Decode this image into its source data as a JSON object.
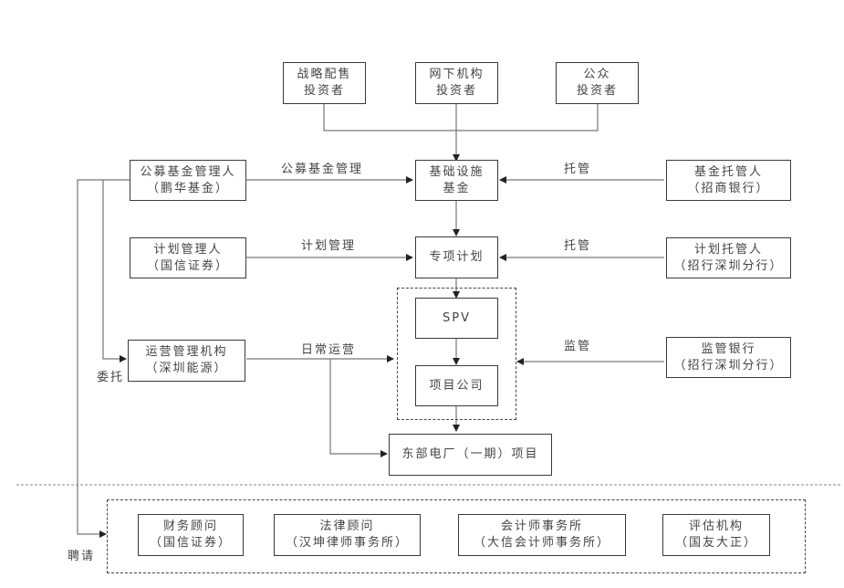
{
  "diagram": {
    "investors": [
      {
        "line1": "战略配售",
        "line2": "投资者"
      },
      {
        "line1": "网下机构",
        "line2": "投资者"
      },
      {
        "line1": "公众",
        "line2": "投资者"
      }
    ],
    "fund": {
      "line1": "基础设施",
      "line2": "基金"
    },
    "plan": {
      "line1": "专项计划"
    },
    "spv": {
      "line1": "SPV"
    },
    "project_company": {
      "line1": "项目公司"
    },
    "project": {
      "line1": "东部电厂（一期）项目"
    },
    "left_entities": [
      {
        "line1": "公募基金管理人",
        "line2": "（鹏华基金）"
      },
      {
        "line1": "计划管理人",
        "line2": "（国信证券）"
      },
      {
        "line1": "运营管理机构",
        "line2": "（深圳能源）"
      }
    ],
    "right_entities": [
      {
        "line1": "基金托管人",
        "line2": "（招商银行）"
      },
      {
        "line1": "计划托管人",
        "line2": "（招行深圳分行）"
      },
      {
        "line1": "监管银行",
        "line2": "（招行深圳分行）"
      }
    ],
    "edge_labels": {
      "fund_mgmt": "公募基金管理",
      "plan_mgmt": "计划管理",
      "daily_ops": "日常运营",
      "custody_fund": "托管",
      "custody_plan": "托管",
      "supervision": "监管",
      "entrust": "委托",
      "hire": "聘请"
    },
    "advisors": [
      {
        "line1": "财务顾问",
        "line2": "（国信证券）"
      },
      {
        "line1": "法律顾问",
        "line2": "（汉坤律师事务所）"
      },
      {
        "line1": "会计师事务所",
        "line2": "（大信会计师事务所）"
      },
      {
        "line1": "评估机构",
        "line2": "（国友大正）"
      }
    ]
  }
}
